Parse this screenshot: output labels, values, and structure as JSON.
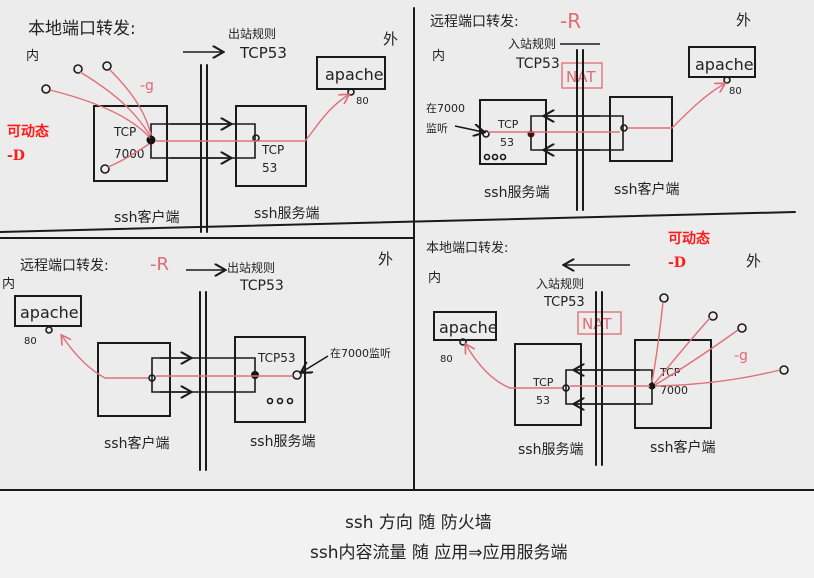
{
  "q1": {
    "title": "本地端口转发:",
    "inside": "内",
    "rule": "出站规则",
    "rule_port": "TCP53",
    "outside": "外",
    "apache": "apache",
    "apache_port": "80",
    "flag": "-g",
    "client_port_1": "TCP",
    "client_port_2": "7000",
    "server_port_1": "TCP",
    "server_port_2": "53",
    "client": "ssh客户端",
    "server": "ssh服务端",
    "annotation_1": "可动态",
    "annotation_2": "-D"
  },
  "q2": {
    "title": "远程端口转发:",
    "flag": "-R",
    "inside": "内",
    "rule": "入站规则",
    "rule_port": "TCP53",
    "nat": "NAT",
    "outside": "外",
    "apache": "apache",
    "apache_port": "80",
    "listen_1": "在7000",
    "listen_2": "监听",
    "server_port_1": "TCP",
    "server_port_2": "53",
    "server": "ssh服务端",
    "client": "ssh客户端"
  },
  "q3": {
    "title": "远程端口转发:",
    "flag": "-R",
    "inside": "内",
    "rule": "出站规则",
    "rule_port": "TCP53",
    "outside": "外",
    "apache": "apache",
    "apache_port": "80",
    "server_port": "TCP53",
    "listen": "在7000监听",
    "client": "ssh客户端",
    "server": "ssh服务端"
  },
  "q4": {
    "title": "本地端口转发:",
    "inside": "内",
    "rule": "入站规则",
    "rule_port": "TCP53",
    "nat": "NAT",
    "outside": "外",
    "apache": "apache",
    "apache_port": "80",
    "server_port_1": "TCP",
    "server_port_2": "53",
    "client_port_1": "TCP",
    "client_port_2": "7000",
    "flag": "-g",
    "server": "ssh服务端",
    "client": "ssh客户端",
    "annotation_1": "可动态",
    "annotation_2": "-D"
  },
  "summary": {
    "line_1": "ssh 方向  随  防火墙",
    "line_2": "ssh内容流量  随  应用⇒应用服务端"
  }
}
